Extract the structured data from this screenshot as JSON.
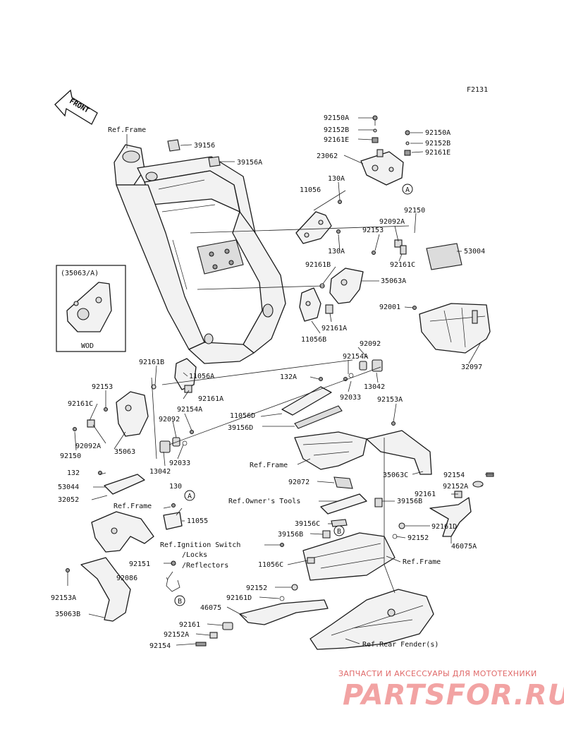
{
  "diagram_code": "F2131",
  "front_label": "FRONT",
  "inset": {
    "title": "(35063/A)",
    "caption": "WOD"
  },
  "callouts": {
    "a": "A",
    "b": "B"
  },
  "labels": [
    {
      "id": "ref-frame-top",
      "text": "Ref.Frame"
    },
    {
      "id": "p39156",
      "text": "39156"
    },
    {
      "id": "p39156a",
      "text": "39156A"
    },
    {
      "id": "p92150a-1",
      "text": "92150A"
    },
    {
      "id": "p92152b-1",
      "text": "92152B"
    },
    {
      "id": "p92161e-1",
      "text": "92161E"
    },
    {
      "id": "p23062",
      "text": "23062"
    },
    {
      "id": "p92150a-2",
      "text": "92150A"
    },
    {
      "id": "p92152b-2",
      "text": "92152B"
    },
    {
      "id": "p92161e-2",
      "text": "92161E"
    },
    {
      "id": "p130a-1",
      "text": "130A"
    },
    {
      "id": "p11056",
      "text": "11056"
    },
    {
      "id": "p130a-2",
      "text": "130A"
    },
    {
      "id": "p92150-r",
      "text": "92150"
    },
    {
      "id": "p92092a-r",
      "text": "92092A"
    },
    {
      "id": "p92153-r",
      "text": "92153"
    },
    {
      "id": "p53004",
      "text": "53004"
    },
    {
      "id": "p92161c-r",
      "text": "92161C"
    },
    {
      "id": "p92161b-r",
      "text": "92161B"
    },
    {
      "id": "p35063a",
      "text": "35063A"
    },
    {
      "id": "p92001",
      "text": "92001"
    },
    {
      "id": "p92161a-r",
      "text": "92161A"
    },
    {
      "id": "p11056b",
      "text": "11056B"
    },
    {
      "id": "p92092-r",
      "text": "92092"
    },
    {
      "id": "p92154a-r",
      "text": "92154A"
    },
    {
      "id": "p32097",
      "text": "32097"
    },
    {
      "id": "p132a",
      "text": "132A"
    },
    {
      "id": "p13042-r",
      "text": "13042"
    },
    {
      "id": "p92033-r",
      "text": "92033"
    },
    {
      "id": "p92161b-l",
      "text": "92161B"
    },
    {
      "id": "p11056a",
      "text": "11056A"
    },
    {
      "id": "p92153-l",
      "text": "92153"
    },
    {
      "id": "p92161a-l",
      "text": "92161A"
    },
    {
      "id": "p92161c-l",
      "text": "92161C"
    },
    {
      "id": "p92154a-l",
      "text": "92154A"
    },
    {
      "id": "p92092-l",
      "text": "92092"
    },
    {
      "id": "p92092a-l",
      "text": "92092A"
    },
    {
      "id": "p35063",
      "text": "35063"
    },
    {
      "id": "p92150-l",
      "text": "92150"
    },
    {
      "id": "p13042-l",
      "text": "13042"
    },
    {
      "id": "p92033-l",
      "text": "92033"
    },
    {
      "id": "p11056d",
      "text": "11056D"
    },
    {
      "id": "p39156d",
      "text": "39156D"
    },
    {
      "id": "p92153a-r",
      "text": "92153A"
    },
    {
      "id": "ref-frame-mid",
      "text": "Ref.Frame"
    },
    {
      "id": "p35063c",
      "text": "35063C"
    },
    {
      "id": "p132",
      "text": "132"
    },
    {
      "id": "p53044",
      "text": "53044"
    },
    {
      "id": "p32052",
      "text": "32052"
    },
    {
      "id": "ref-frame-left",
      "text": "Ref.Frame"
    },
    {
      "id": "p130",
      "text": "130"
    },
    {
      "id": "p11055",
      "text": "11055"
    },
    {
      "id": "p92072",
      "text": "92072"
    },
    {
      "id": "ref-owners-tools",
      "text": "Ref.Owner's Tools"
    },
    {
      "id": "p92154-r",
      "text": "92154"
    },
    {
      "id": "p92152a-r",
      "text": "92152A"
    },
    {
      "id": "p92161-r",
      "text": "92161"
    },
    {
      "id": "p39156b",
      "text": "39156B"
    },
    {
      "id": "p39156c",
      "text": "39156C"
    },
    {
      "id": "p92161d-r",
      "text": "92161D"
    },
    {
      "id": "p39156b-2",
      "text": "39156B"
    },
    {
      "id": "p92152-r",
      "text": "92152"
    },
    {
      "id": "ref-ignition",
      "text": "Ref.Ignition Switch"
    },
    {
      "id": "ref-locks",
      "text": "/Locks"
    },
    {
      "id": "ref-reflectors",
      "text": "/Reflectors"
    },
    {
      "id": "p46075a",
      "text": "46075A"
    },
    {
      "id": "p92151",
      "text": "92151"
    },
    {
      "id": "p11056c",
      "text": "11056C"
    },
    {
      "id": "ref-frame-low",
      "text": "Ref.Frame"
    },
    {
      "id": "p92086",
      "text": "92086"
    },
    {
      "id": "p92153a-l",
      "text": "92153A"
    },
    {
      "id": "p92152-l",
      "text": "92152"
    },
    {
      "id": "p92161d-l",
      "text": "92161D"
    },
    {
      "id": "p46075",
      "text": "46075"
    },
    {
      "id": "p35063b",
      "text": "35063B"
    },
    {
      "id": "p92161-l",
      "text": "92161"
    },
    {
      "id": "p92152a-l",
      "text": "92152A"
    },
    {
      "id": "p92154-l",
      "text": "92154"
    },
    {
      "id": "ref-rear-fender",
      "text": "Ref.Rear Fender(s)"
    }
  ],
  "watermark": {
    "subtitle": "ЗАПЧАСТИ И АКСЕССУАРЫ ДЛЯ МОТОТЕХНИКИ",
    "brand": "PARTSFOR.RU"
  }
}
